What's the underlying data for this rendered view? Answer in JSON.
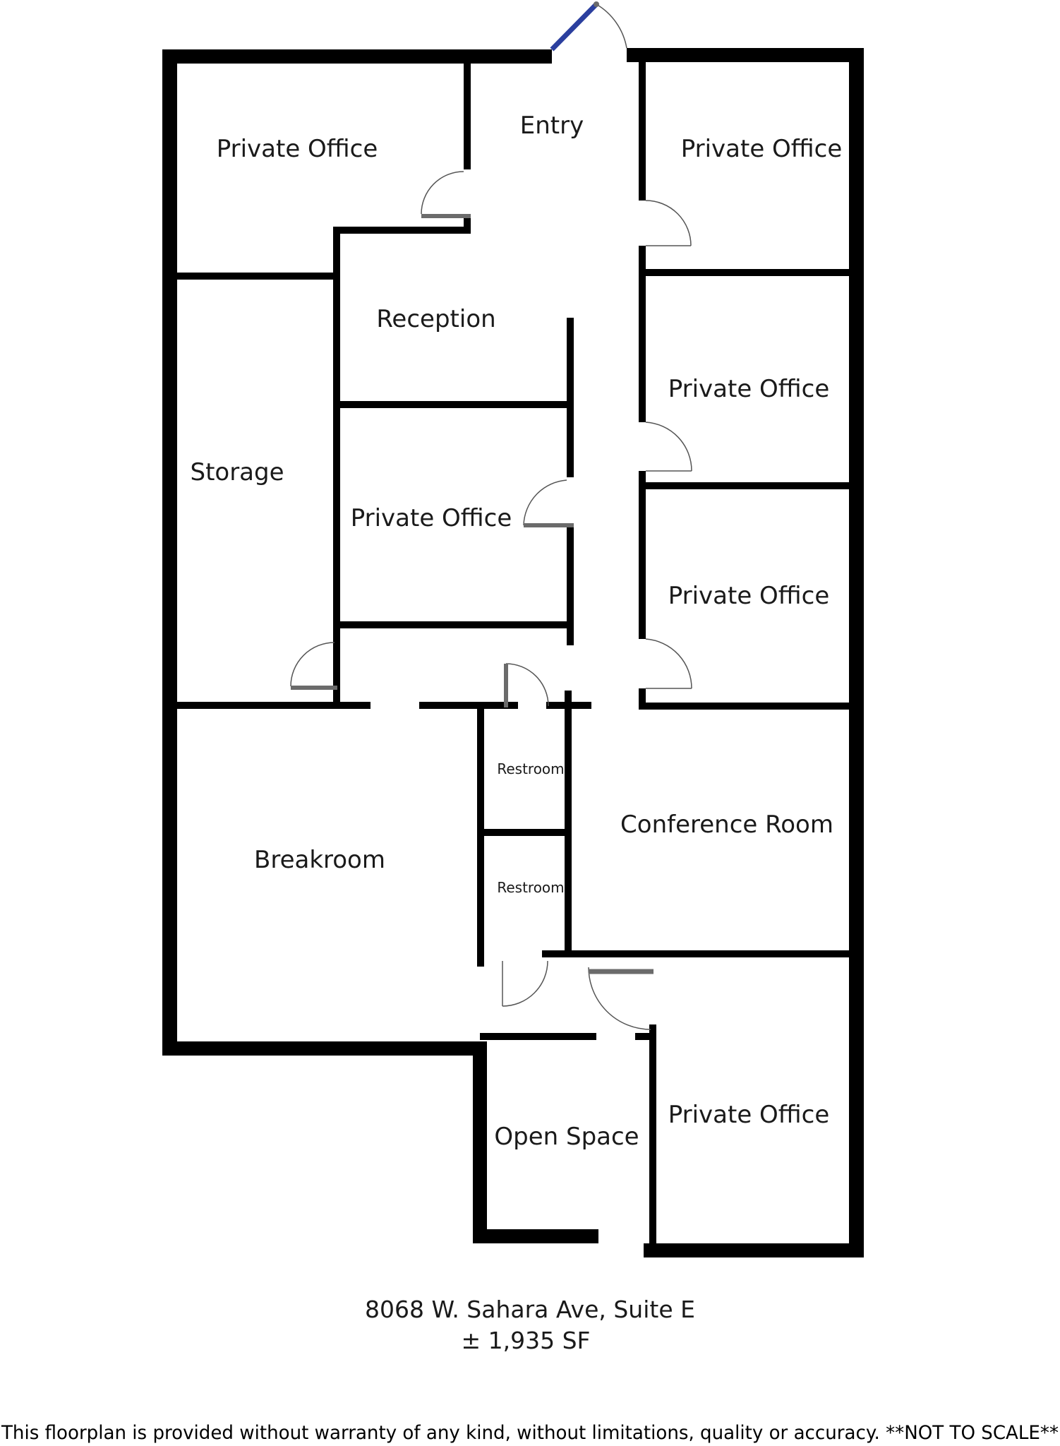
{
  "rooms": {
    "entry": "Entry",
    "office_nw": "Private Office",
    "office_ne": "Private Office",
    "reception": "Reception",
    "storage": "Storage",
    "office_center": "Private Office",
    "office_e2": "Private Office",
    "office_e3": "Private Office",
    "restroom_1": "Restroom",
    "restroom_2": "Restroom",
    "conference": "Conference Room",
    "breakroom": "Breakroom",
    "open_space": "Open Space",
    "office_se": "Private Office"
  },
  "footer": {
    "address": "8068 W. Sahara Ave, Suite E",
    "area": "± 1,935 SF",
    "disclaimer": "This floorplan is provided without warranty of any kind, without limitations, quality or accuracy.  **NOT TO SCALE**"
  },
  "colors": {
    "wall": "#000000",
    "door_swing": "#555555",
    "door_leaf": "#6b6b6b",
    "entry_door": "#2b3f9e"
  }
}
